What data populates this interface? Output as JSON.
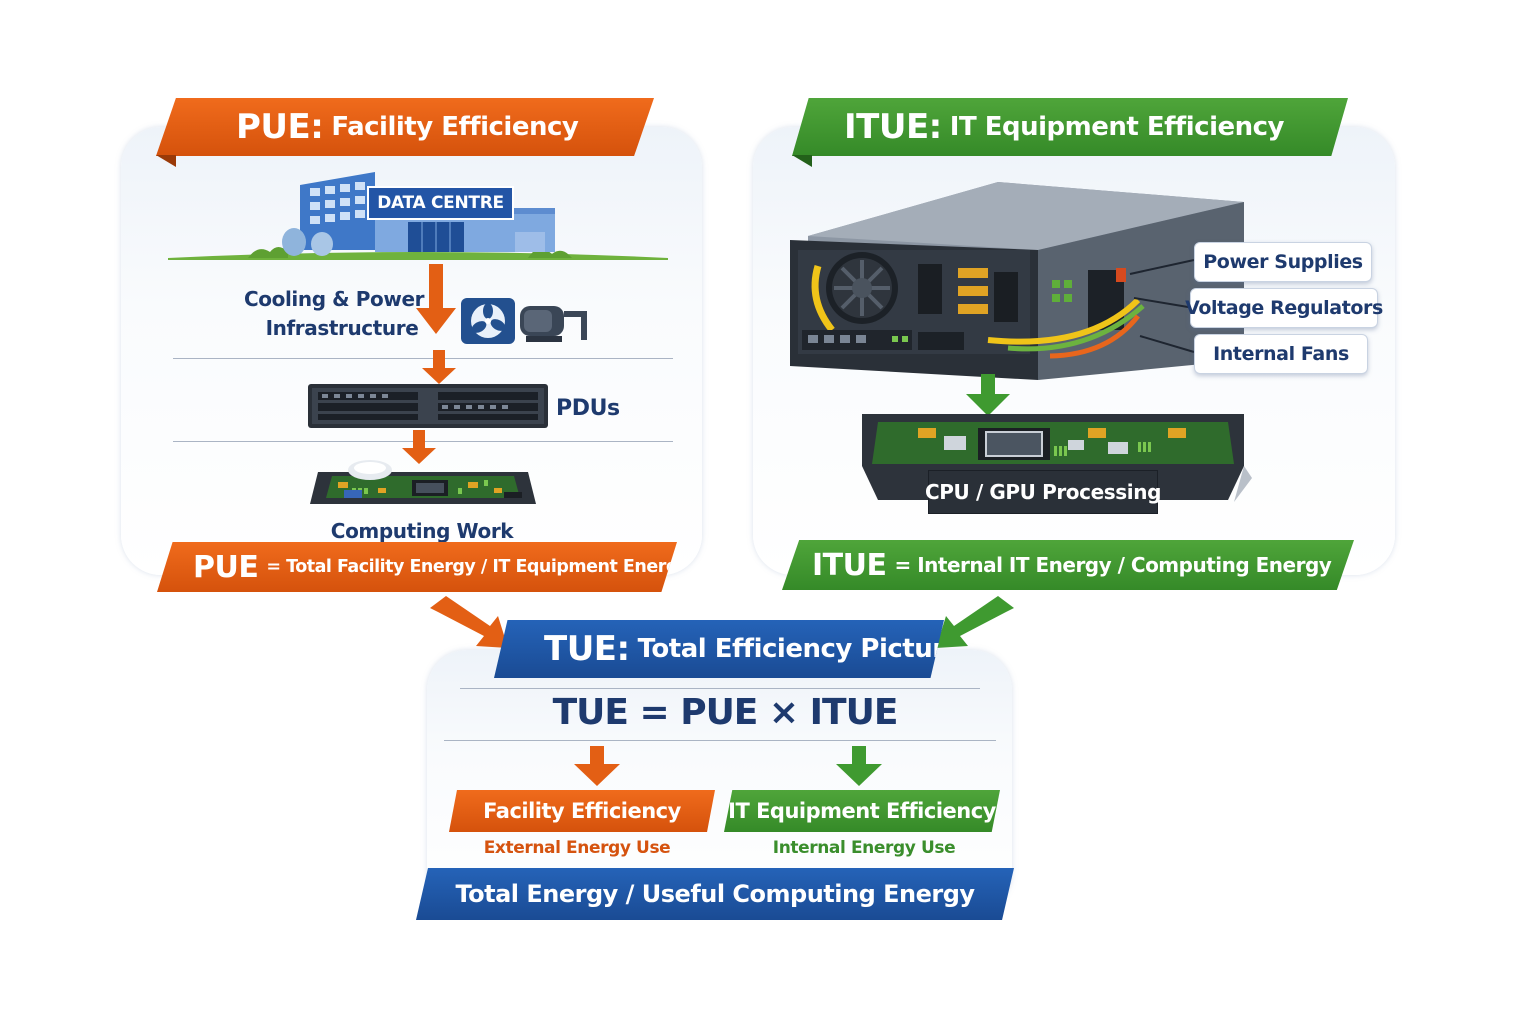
{
  "pue": {
    "title_bold": "PUE:",
    "title_rest": "Facility Efficiency",
    "building_sign": "DATA CENTRE",
    "cooling_label_line1": "Cooling & Power",
    "cooling_label_line2": "Infrastructure",
    "pdus_label": "PDUs",
    "computing_label": "Computing Work",
    "formula_bold": "PUE",
    "formula_rest": "= Total Facility Energy / IT Equipment Energy"
  },
  "itue": {
    "title_bold": "ITUE:",
    "title_rest": "IT Equipment Efficiency",
    "callout_power": "Power Supplies",
    "callout_voltage": "Voltage Regulators",
    "callout_fans": "Internal Fans",
    "processing_label": "CPU / GPU Processing",
    "formula_bold": "ITUE",
    "formula_rest": "= Internal IT Energy / Computing Energy"
  },
  "tue": {
    "title_bold": "TUE:",
    "title_rest": "Total Efficiency Picture",
    "equation": "TUE = PUE × ITUE",
    "facility_box": "Facility Efficiency",
    "facility_sub": "External Energy Use",
    "it_box": "IT Equipment Efficiency",
    "it_sub": "Internal Energy Use",
    "bottom_banner": "Total Energy / Useful Computing Energy"
  },
  "colors": {
    "orange": "#e35f14",
    "green": "#3f9a30",
    "blue": "#1f58a8",
    "navy": "#1e3a6e"
  }
}
